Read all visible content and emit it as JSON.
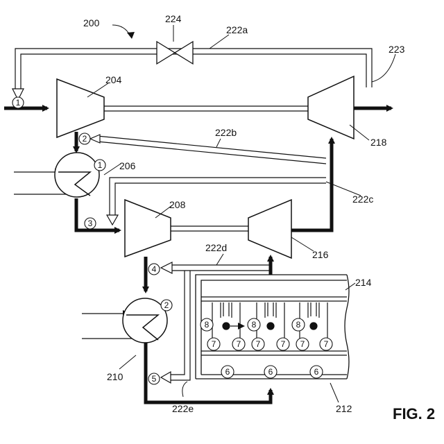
{
  "figure": {
    "title": "FIG. 2",
    "refs": {
      "system": "200",
      "compressor_1": "204",
      "heat_exchanger_1": "206",
      "compressor_2": "208",
      "heat_exchanger_2": "210",
      "engine_block": "212",
      "manifold": "214",
      "turbine_1": "216",
      "turbine_2": "218",
      "line_a": "222a",
      "line_b": "222b",
      "line_c": "222c",
      "line_d": "222d",
      "line_e": "222e",
      "outlet": "223",
      "valve": "224"
    },
    "points": {
      "p1": "1",
      "p2": "2",
      "p3": "3",
      "p4": "4",
      "p5": "5",
      "p6": "6",
      "p7": "7",
      "p8": "8",
      "hx1_mark": "1",
      "hx2_mark": "2"
    }
  }
}
